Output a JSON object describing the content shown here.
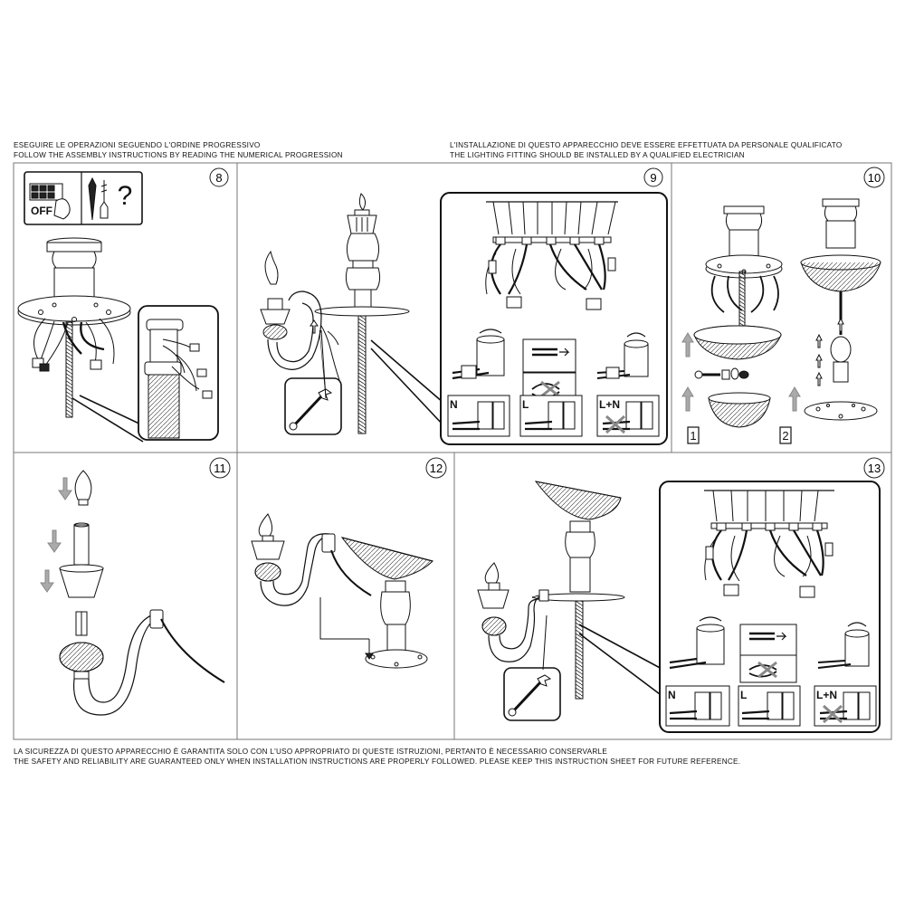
{
  "header": {
    "left": {
      "it": "ESEGUIRE LE OPERAZIONI SEGUENDO L'ORDINE PROGRESSIVO",
      "en": "FOLLOW THE ASSEMBLY INSTRUCTIONS BY READING THE NUMERICAL PROGRESSION"
    },
    "right": {
      "it": "L'INSTALLAZIONE DI QUESTO APPARECCHIO DEVE ESSERE EFFETTUATA DA PERSONALE QUALIFICATO",
      "en": "THE LIGHTING FITTING SHOULD BE INSTALLED BY A QUALIFIED ELECTRICIAN"
    }
  },
  "footer": {
    "it": "LA SICUREZZA DI QUESTO APPARECCHIO È GARANTITA SOLO CON L'USO APPROPRIATO DI QUESTE ISTRUZIONI, PERTANTO È NECESSARIO CONSERVARLE",
    "en": "THE SAFETY AND RELIABILITY ARE GUARANTEED ONLY WHEN INSTALLATION INSTRUCTIONS ARE PROPERLY FOLLOWED. PLEASE KEEP THIS INSTRUCTION SHEET FOR FUTURE REFERENCE."
  },
  "steps": {
    "s8": "8",
    "s9": "9",
    "s10": "10",
    "s11": "11",
    "s12": "12",
    "s13": "13"
  },
  "step8": {
    "switch_label": "OFF",
    "question_mark": "?",
    "icons": [
      "power-switch-icon",
      "screw-anchor-icon"
    ]
  },
  "wiring": {
    "neutral": "N",
    "live": "L",
    "live_neutral": "L+N"
  },
  "step10": {
    "sub1": "1",
    "sub2": "2"
  },
  "icons": [
    "wrench-icon",
    "arrow-down-icon",
    "arrow-up-icon",
    "arrow-right-icon"
  ]
}
